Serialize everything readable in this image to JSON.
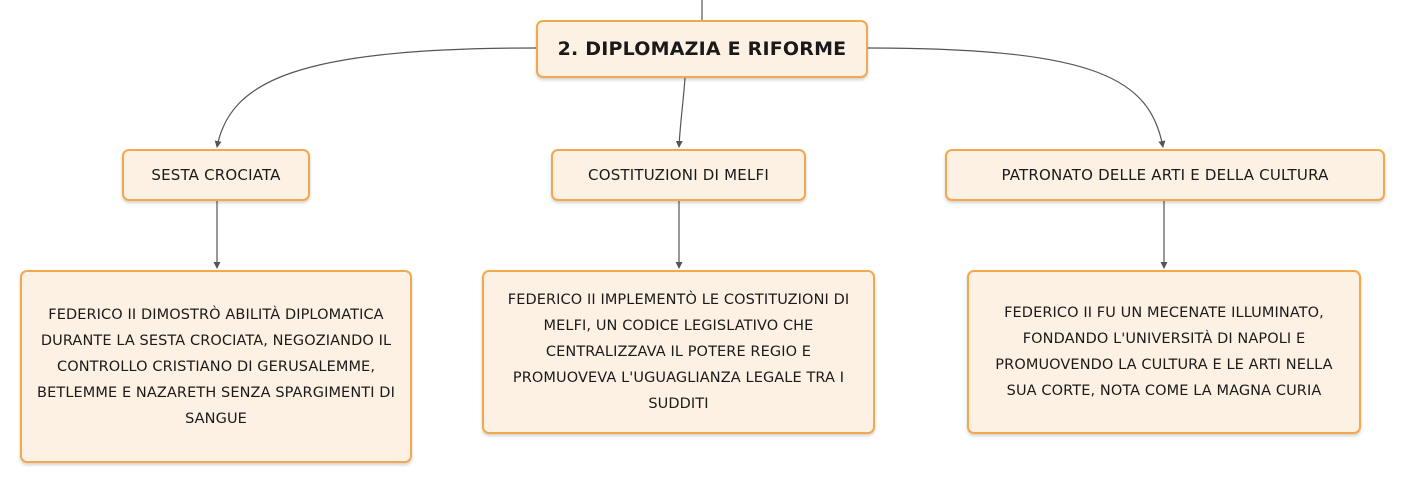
{
  "root": {
    "label": "2. DIPLOMAZIA E RIFORME"
  },
  "topics": [
    {
      "label": "SESTA CROCIATA",
      "detail": "FEDERICO II DIMOSTRÒ ABILITÀ DIPLOMATICA DURANTE LA SESTA CROCIATA, NEGOZIANDO IL CONTROLLO CRISTIANO DI GERUSALEMME, BETLEMME E NAZARETH SENZA SPARGIMENTI DI SANGUE"
    },
    {
      "label": "COSTITUZIONI DI MELFI",
      "detail": "FEDERICO II IMPLEMENTÒ LE COSTITUZIONI DI MELFI, UN CODICE LEGISLATIVO CHE CENTRALIZZAVA IL POTERE REGIO E PROMUOVEVA L'UGUAGLIANZA LEGALE TRA I SUDDITI"
    },
    {
      "label": "PATRONATO DELLE ARTI E DELLA CULTURA",
      "detail": "FEDERICO II FU UN MECENATE ILLUMINATO, FONDANDO L'UNIVERSITÀ DI NAPOLI E PROMUOVENDO LA CULTURA E LE ARTI NELLA SUA CORTE, NOTA COME LA MAGNA CURIA"
    }
  ],
  "colors": {
    "node_fill": "#fdf1e4",
    "node_border": "#f2a94e",
    "connector": "#555555"
  }
}
